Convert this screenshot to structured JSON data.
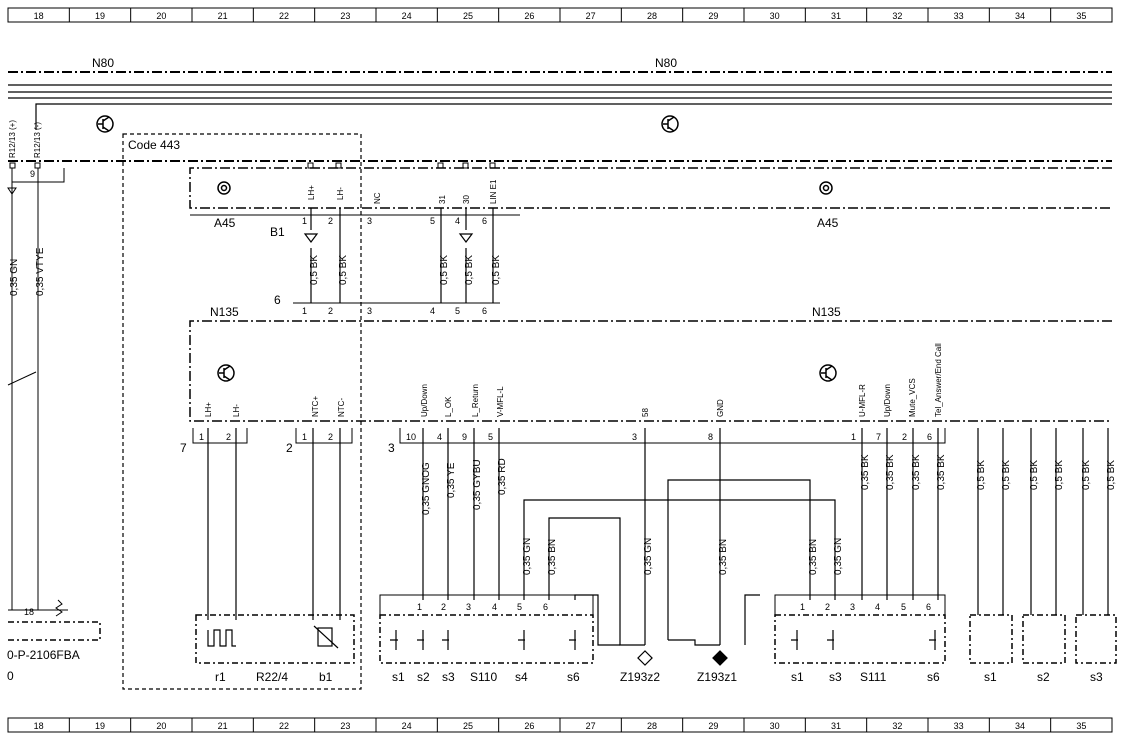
{
  "ruler": {
    "columns": [
      "18",
      "19",
      "20",
      "21",
      "22",
      "23",
      "24",
      "25",
      "26",
      "27",
      "28",
      "29",
      "30",
      "31",
      "32",
      "33",
      "34",
      "35"
    ]
  },
  "frame": {
    "n80_left": "N80",
    "n80_right": "N80",
    "code_box": "Code 443",
    "a45_left": "A45",
    "a45_right": "A45",
    "n135_left": "N135",
    "n135_right": "N135",
    "left_module": "0-P-2106FBA",
    "left_zero": "0"
  },
  "labels": {
    "b1": "B1",
    "six": "6",
    "seven": "7",
    "two": "2",
    "three": "3",
    "nine": "9",
    "eighteen": "18",
    "r1": "r1",
    "r22_4": "R22/4",
    "b1_lower": "b1",
    "s110": "S110",
    "s111": "S111",
    "z193z2": "Z193z2",
    "z193z1": "Z193z1"
  },
  "signals_top": {
    "r12_13_plus": "R12/13 (+)",
    "r12_13_minus": "R12/13 (-)",
    "lh_plus": "LH+",
    "lh_minus": "LH-",
    "nc": "NC",
    "p31": "31",
    "p30": "30",
    "lin_e1": "LIN E1"
  },
  "signals_n135": {
    "lh_plus": "LH+",
    "lh_minus": "LH-",
    "ntc_plus": "NTC+",
    "ntc_minus": "NTC-",
    "up_down": "Up/Down",
    "l_ok": "L_OK",
    "l_return": "L_Return",
    "v_mfl_l": "V-MFL-L",
    "p58": "58",
    "gnd": "GND",
    "u_mfl_r": "U-MFL-R",
    "up_down_r": "Up/Down",
    "mute_vcs": "Mute_VCS",
    "tel_answer": "Tel_Answer/End Call"
  },
  "wires": {
    "gn_left": "0,35 GN",
    "vtye": "0,35 VTYE",
    "bk_05": "0,5 BK",
    "gnog": "0,35 GNOG",
    "ye": "0,35 YE",
    "gybu": "0,35 GYBU",
    "rd": "0,35 RD",
    "gn": "0,35 GN",
    "bn": "0,35 BN",
    "bk_035": "0,35 BK"
  },
  "s110_pins": [
    "1",
    "2",
    "3",
    "4",
    "5",
    "6"
  ],
  "s111_pins": [
    "1",
    "2",
    "3",
    "4",
    "5",
    "6"
  ],
  "s110_switches": [
    "s1",
    "s2",
    "s3",
    "s4",
    "s6"
  ],
  "s111_switches": [
    "s1",
    "s3",
    "s6"
  ],
  "right_switches": [
    "s1",
    "s2",
    "s3"
  ]
}
